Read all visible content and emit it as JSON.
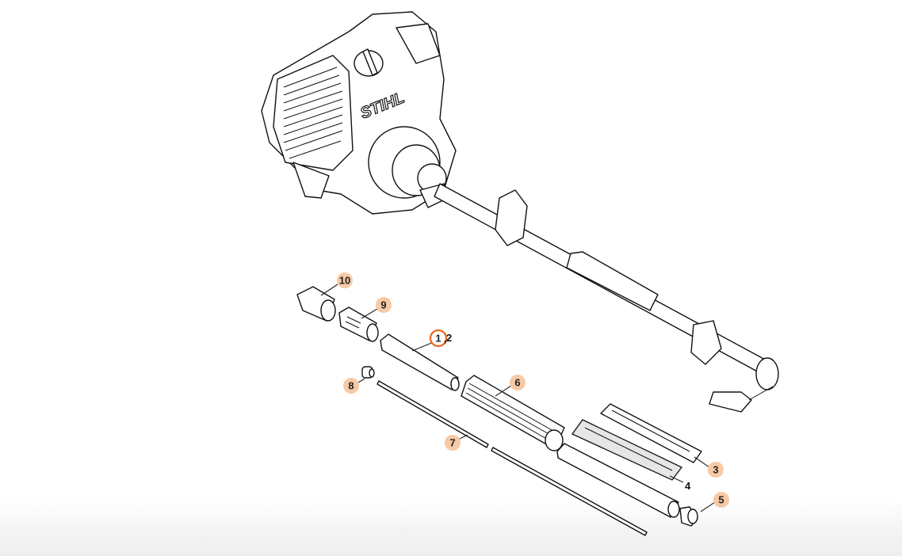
{
  "diagram": {
    "brand_logo": "STIHL",
    "callouts": [
      {
        "id": "10",
        "label": "10"
      },
      {
        "id": "9",
        "label": "9"
      },
      {
        "id": "1",
        "label": "1",
        "selected": true
      },
      {
        "id": "2",
        "label": "2"
      },
      {
        "id": "8",
        "label": "8"
      },
      {
        "id": "6",
        "label": "6"
      },
      {
        "id": "7",
        "label": "7"
      },
      {
        "id": "3",
        "label": "3"
      },
      {
        "id": "4",
        "label": "4"
      },
      {
        "id": "5",
        "label": "5"
      }
    ],
    "separator": ",",
    "colors": {
      "callout_fill": "#f7c9a4",
      "selected_ring": "#e8671c"
    }
  }
}
